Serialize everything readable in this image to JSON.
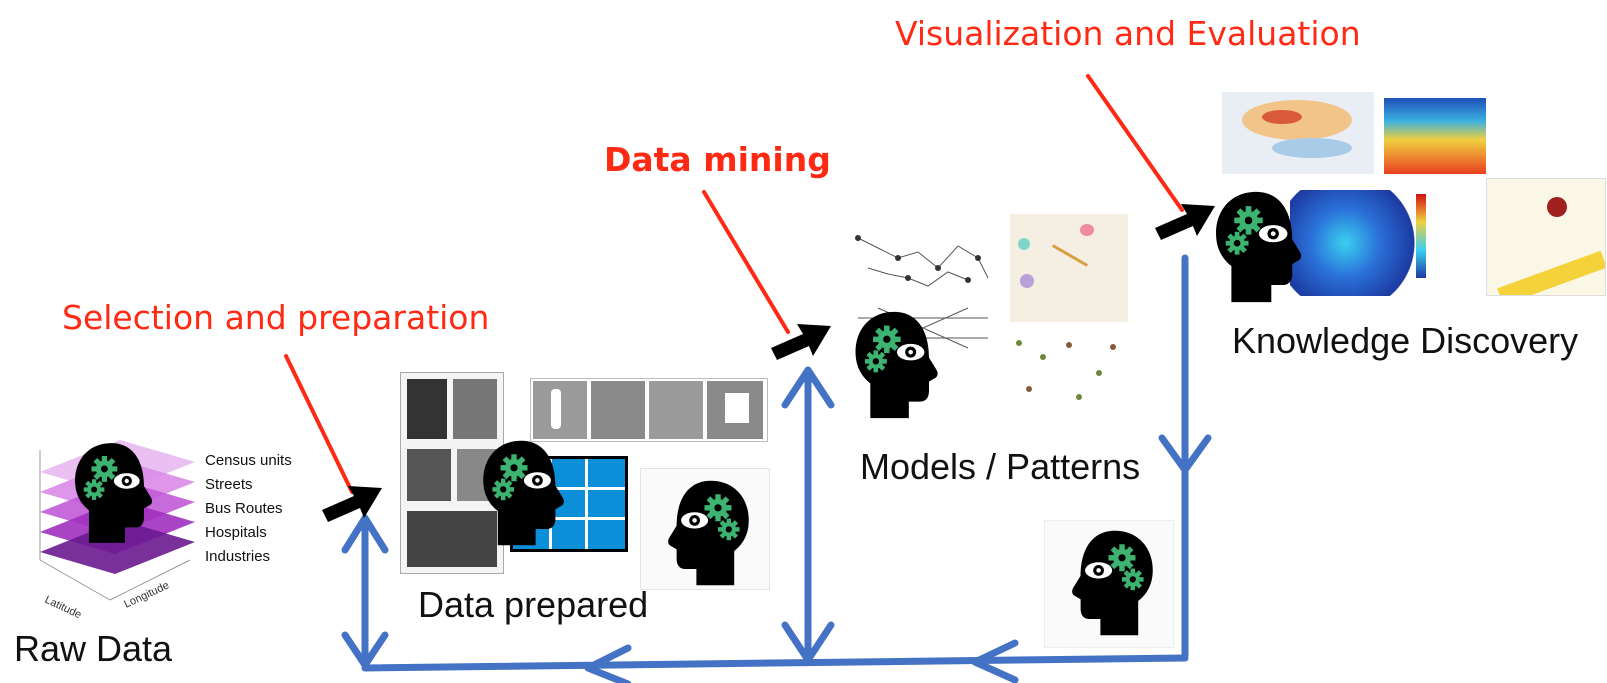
{
  "stages": {
    "raw_data": "Raw Data",
    "data_prepared": "Data prepared",
    "models_patterns": "Models / Patterns",
    "knowledge_discovery": "Knowledge Discovery"
  },
  "steps": {
    "selection": "Selection and preparation",
    "mining": "Data mining",
    "visualization": "Visualization and Evaluation"
  },
  "raw_layers": [
    "Census units",
    "Streets",
    "Bus Routes",
    "Hospitals",
    "Industries"
  ],
  "raw_axes": {
    "x": "Longitude",
    "y": "Latitude"
  },
  "colors": {
    "step_text": "#ff2a14",
    "feedback_arrow": "#4472c4",
    "step_arrow": "#000000",
    "gear": "#3cb371",
    "head": "#000000"
  },
  "icons": [
    "head-gear-eye-icon",
    "step-arrow-icon",
    "feedback-arrow-icon"
  ]
}
